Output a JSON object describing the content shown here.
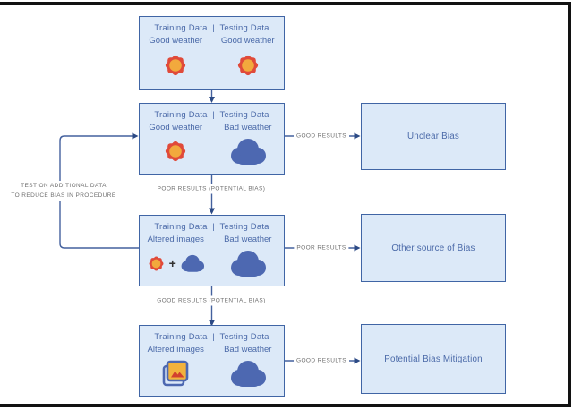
{
  "colors": {
    "box_fill": "#dce9f8",
    "box_border": "#4065a5",
    "box_text": "#4a69a8",
    "line": "#44619e",
    "arrowhead": "#2c4a85",
    "label_text": "#6f6f6f",
    "sun_outer": "#e04a3a",
    "sun_inner": "#f2a93d",
    "cloud": "#4d68b1",
    "photo_fill": "#f2b23d",
    "mountain": "#d2402e"
  },
  "flow_boxes": [
    {
      "title": "Training Data  |  Testing Data",
      "left_label": "Good weather",
      "right_label": "Good weather",
      "left_icon": "sun",
      "right_icon": "sun"
    },
    {
      "title": "Training Data  |  Testing Data",
      "left_label": "Good weather",
      "right_label": "Bad weather",
      "left_icon": "sun",
      "right_icon": "cloud"
    },
    {
      "title": "Training Data  |  Testing Data",
      "left_label": "Altered images",
      "right_label": "Bad weather",
      "left_icon": "sun-plus-cloud",
      "plus": "+",
      "right_icon": "cloud"
    },
    {
      "title": "Training Data  |  Testing Data",
      "left_label": "Altered images",
      "right_label": "Bad weather",
      "left_icon": "stacked-photos",
      "right_icon": "cloud"
    }
  ],
  "result_boxes": [
    {
      "label": "Unclear Bias"
    },
    {
      "label": "Other source of Bias"
    },
    {
      "label": "Potential Bias Mitigation"
    }
  ],
  "connector_labels": {
    "box2_to_unclear": "GOOD RESULTS",
    "box2_to_box3": "POOR RESULTS (POTENTIAL BIAS)",
    "box3_to_other": "POOR RESULTS",
    "box3_to_box4": "GOOD RESULTS (POTENTIAL BIAS)",
    "box4_to_mitigation": "GOOD RESULTS",
    "feedback_line1": "TEST ON ADDITIONAL DATA",
    "feedback_line2": "TO REDUCE BIAS IN PROCEDURE"
  }
}
